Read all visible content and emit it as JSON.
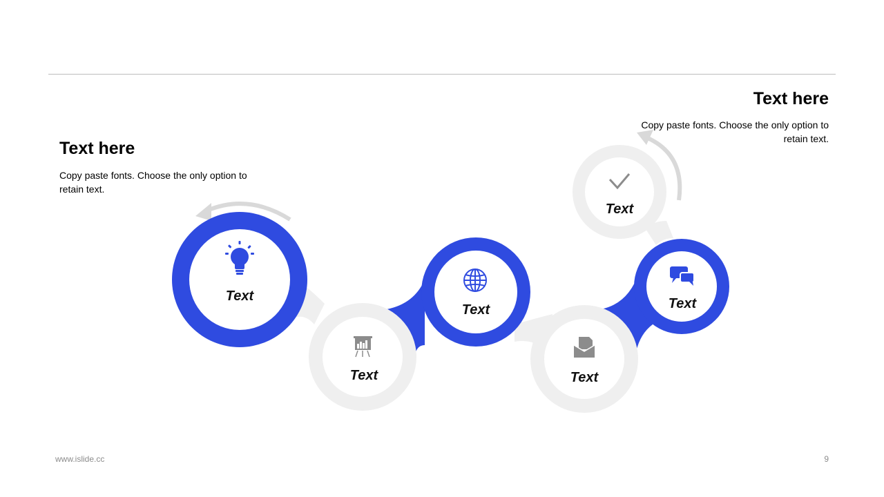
{
  "colors": {
    "accent": "#2f4be0",
    "track": "#efefef",
    "icon_gray": "#8c8c8c",
    "arrow": "#d9d9d9",
    "rule": "#bdbdbd"
  },
  "left_block": {
    "title": "Text here",
    "body": "Copy paste fonts. Choose the only option to retain text."
  },
  "right_block": {
    "title": "Text here",
    "body": "Copy paste fonts. Choose the only option to retain text."
  },
  "nodes": [
    {
      "label": "Text",
      "icon": "lightbulb-icon",
      "style": "accent"
    },
    {
      "label": "Text",
      "icon": "presentation-chart-icon",
      "style": "gray"
    },
    {
      "label": "Text",
      "icon": "globe-icon",
      "style": "accent"
    },
    {
      "label": "Text",
      "icon": "envelope-open-icon",
      "style": "gray"
    },
    {
      "label": "Text",
      "icon": "chat-bubbles-icon",
      "style": "accent"
    },
    {
      "label": "Text",
      "icon": "checkmark-icon",
      "style": "gray"
    }
  ],
  "footer": {
    "url": "www.islide.cc",
    "page_number": "9"
  }
}
